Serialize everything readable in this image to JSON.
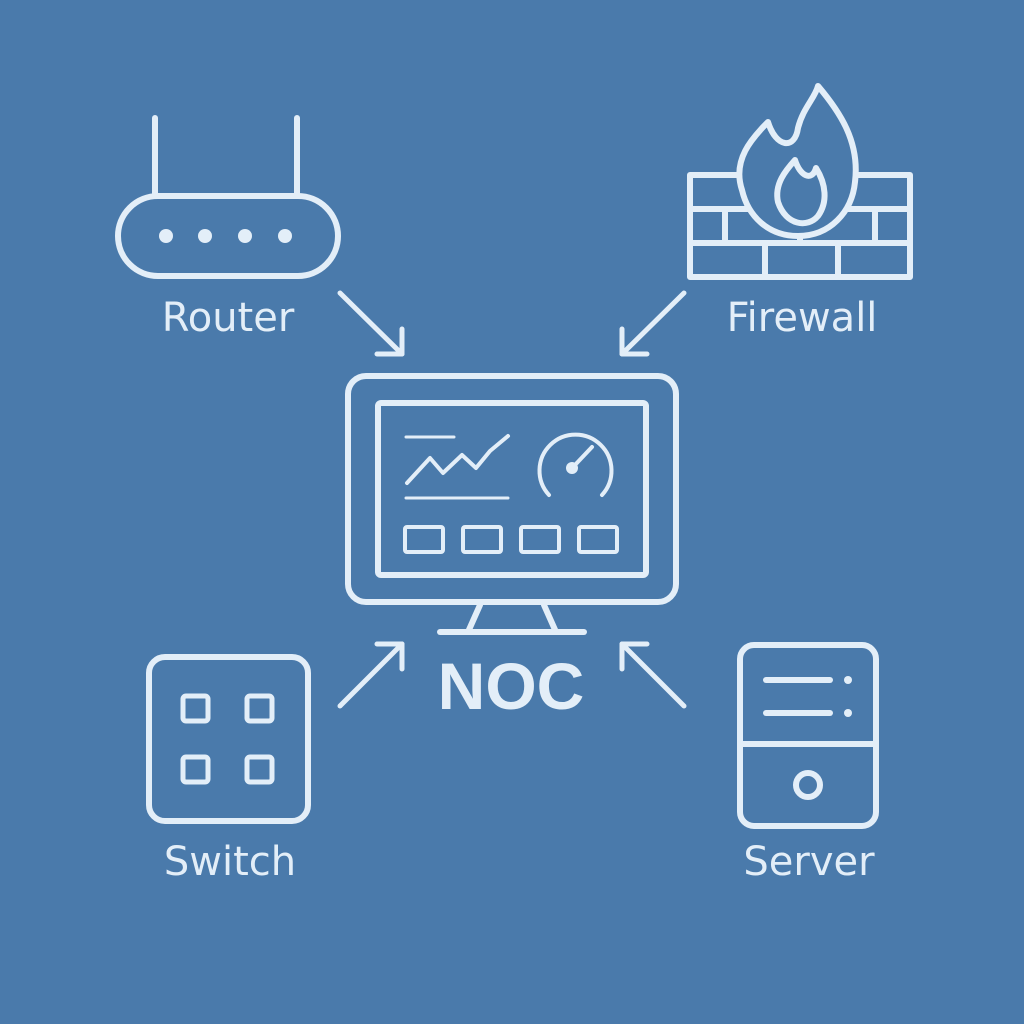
{
  "colors": {
    "background": "#4a7aab",
    "stroke": "#e3eef8"
  },
  "nodes": {
    "router": {
      "label": "Router",
      "icon": "router-icon"
    },
    "firewall": {
      "label": "Firewall",
      "icon": "firewall-icon"
    },
    "noc": {
      "label": "NOC",
      "icon": "monitor-dashboard-icon"
    },
    "switch": {
      "label": "Switch",
      "icon": "switch-icon"
    },
    "server": {
      "label": "Server",
      "icon": "server-icon"
    }
  },
  "edges": [
    {
      "from": "router",
      "to": "noc"
    },
    {
      "from": "firewall",
      "to": "noc"
    },
    {
      "from": "switch",
      "to": "noc"
    },
    {
      "from": "server",
      "to": "noc"
    }
  ]
}
